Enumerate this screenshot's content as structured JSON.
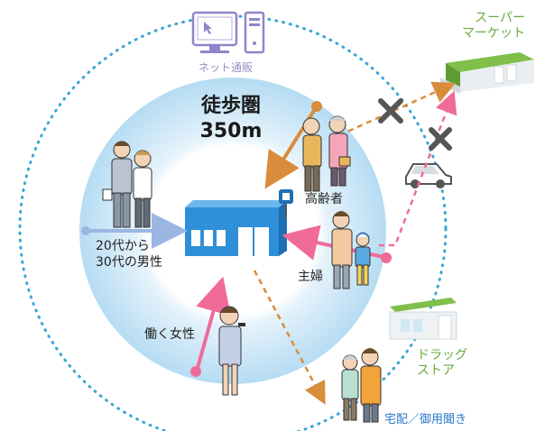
{
  "center": {
    "title_line1": "徒歩圏",
    "title_line2": "350m"
  },
  "labels": {
    "online": "ネット通販",
    "supermarket_line1": "スーパー",
    "supermarket_line2": "マーケット",
    "elderly": "高齢者",
    "men_line1": "20代から",
    "men_line2": "30代の男性",
    "housewife": "主婦",
    "working_women": "働く女性",
    "drugstore_line1": "ドラッグ",
    "drugstore_line2": "ストア",
    "delivery": "宅配／御用聞き"
  },
  "colors": {
    "outer_ring": "#3aa5d8",
    "inner_ring": "#bfe0f5",
    "store": "#2f8fd8",
    "arrow_blue": "#9bb6e3",
    "arrow_pink": "#f06b9a",
    "arrow_orange": "#d98c3a",
    "green_label": "#6aa93d",
    "purple_label": "#9a8dc6",
    "cross": "#555555"
  },
  "icons": [
    "computer-icon",
    "supermarket-building-icon",
    "convenience-store-icon",
    "car-icon",
    "drugstore-building-icon",
    "cross-mark-icon",
    "police-sign-icon"
  ]
}
